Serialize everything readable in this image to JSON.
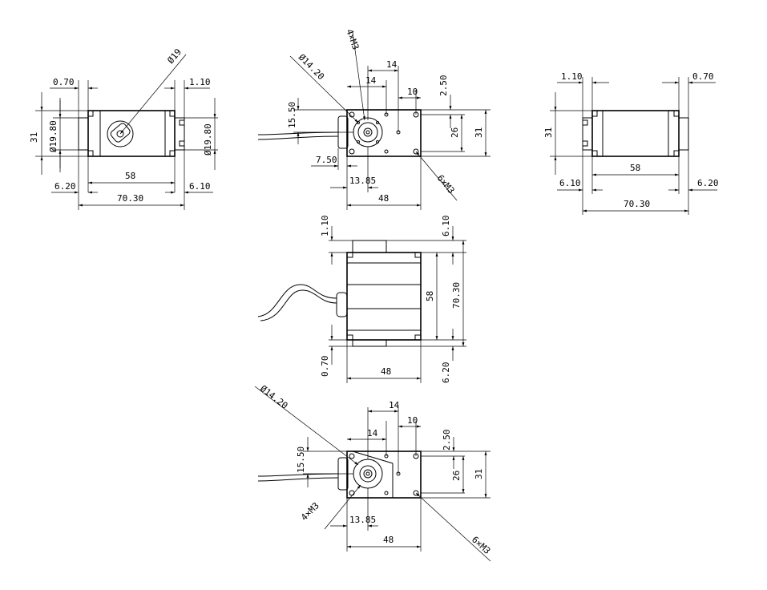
{
  "views": {
    "left_view": {
      "d_70": "0.70",
      "d_110": "1.10",
      "dia19": "Ø19",
      "h31": "31",
      "dia1980_l": "Ø19.80",
      "dia1980_r": "Ø19.80",
      "w58": "58",
      "d_620": "6.20",
      "d_610": "6.10",
      "w7030": "70.30"
    },
    "top_view": {
      "thread4": "4×M3",
      "dia1420": "Ø14.20",
      "w14a": "14",
      "w14b": "14",
      "w10": "10",
      "h250": "2.50",
      "h1550": "15.50",
      "h26": "26",
      "h31": "31",
      "w750": "7.50",
      "w1385": "13.85",
      "w48": "48",
      "thread6": "6×M3"
    },
    "right_view": {
      "d_110": "1.10",
      "d_70": "0.70",
      "h31": "31",
      "w58": "58",
      "d_610": "6.10",
      "d_620": "6.20",
      "w7030": "70.30"
    },
    "front_view": {
      "d_110": "1.10",
      "d_610": "6.10",
      "h58": "58",
      "h7030": "70.30",
      "d_70": "0.70",
      "w48": "48",
      "d_620": "6.20"
    },
    "bottom_view": {
      "dia1420": "Ø14.20",
      "w14a": "14",
      "w10": "10",
      "w14b": "14",
      "h250": "2.50",
      "h1550": "15.50",
      "h26": "26",
      "h31": "31",
      "thread4": "4×M3",
      "w1385": "13.85",
      "w48": "48",
      "thread6": "6×M3"
    }
  }
}
